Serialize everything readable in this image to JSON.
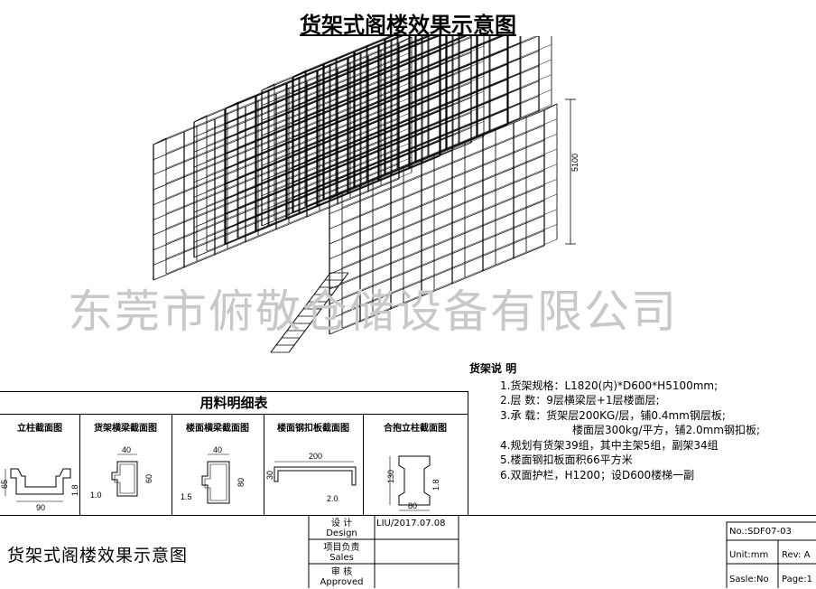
{
  "title": "货架式阁楼效果示意图",
  "drawing": {
    "height_dim": "5100"
  },
  "watermark": "东莞市俯敬仓储设备有限公司",
  "notes": {
    "heading": "货架说  明",
    "lines": [
      "1.货架规格：L1820(内)*D600*H5100mm;",
      "2.层    数：9层横梁层+1层楼面层;",
      "3.承    载：货架层200KG/层，铺0.4mm钢层板;",
      "楼面层300kg/平方，铺2.0mm钢扣板;",
      "4.规划有货架39组，其中主架5组，副架34组",
      "5.楼面钢扣板面积66平方米",
      "6.双面护栏，H1200；设D600楼梯一副"
    ]
  },
  "materials": {
    "title": "用料明细表",
    "columns": [
      {
        "caption": "立柱截面图",
        "dims": [
          "65",
          "1.8",
          "90"
        ]
      },
      {
        "caption": "货架横梁截面图",
        "dims": [
          "40",
          "1.0",
          "60"
        ]
      },
      {
        "caption": "楼面横梁截面图",
        "dims": [
          "40",
          "1.5",
          "80"
        ]
      },
      {
        "caption": "楼面钢扣板截面图",
        "dims": [
          "200",
          "30",
          "2.0"
        ]
      },
      {
        "caption": "合抱立柱截面图",
        "dims": [
          "130",
          "1.8",
          "80"
        ]
      }
    ]
  },
  "title_block": {
    "name": "货架式阁楼效果示意图",
    "design_cn": "设 计",
    "design_en": "Design",
    "design_value": "LIU/2017.07.08",
    "pm_cn": "项目负责",
    "pm_en": "Sales",
    "approved_cn": "审 核",
    "approved_en": "Approved",
    "no": "No.:SDF07-03",
    "unit": "Unit:mm",
    "rev": "Rev: A",
    "scale": "Sasle:No",
    "page": "Page:1"
  }
}
